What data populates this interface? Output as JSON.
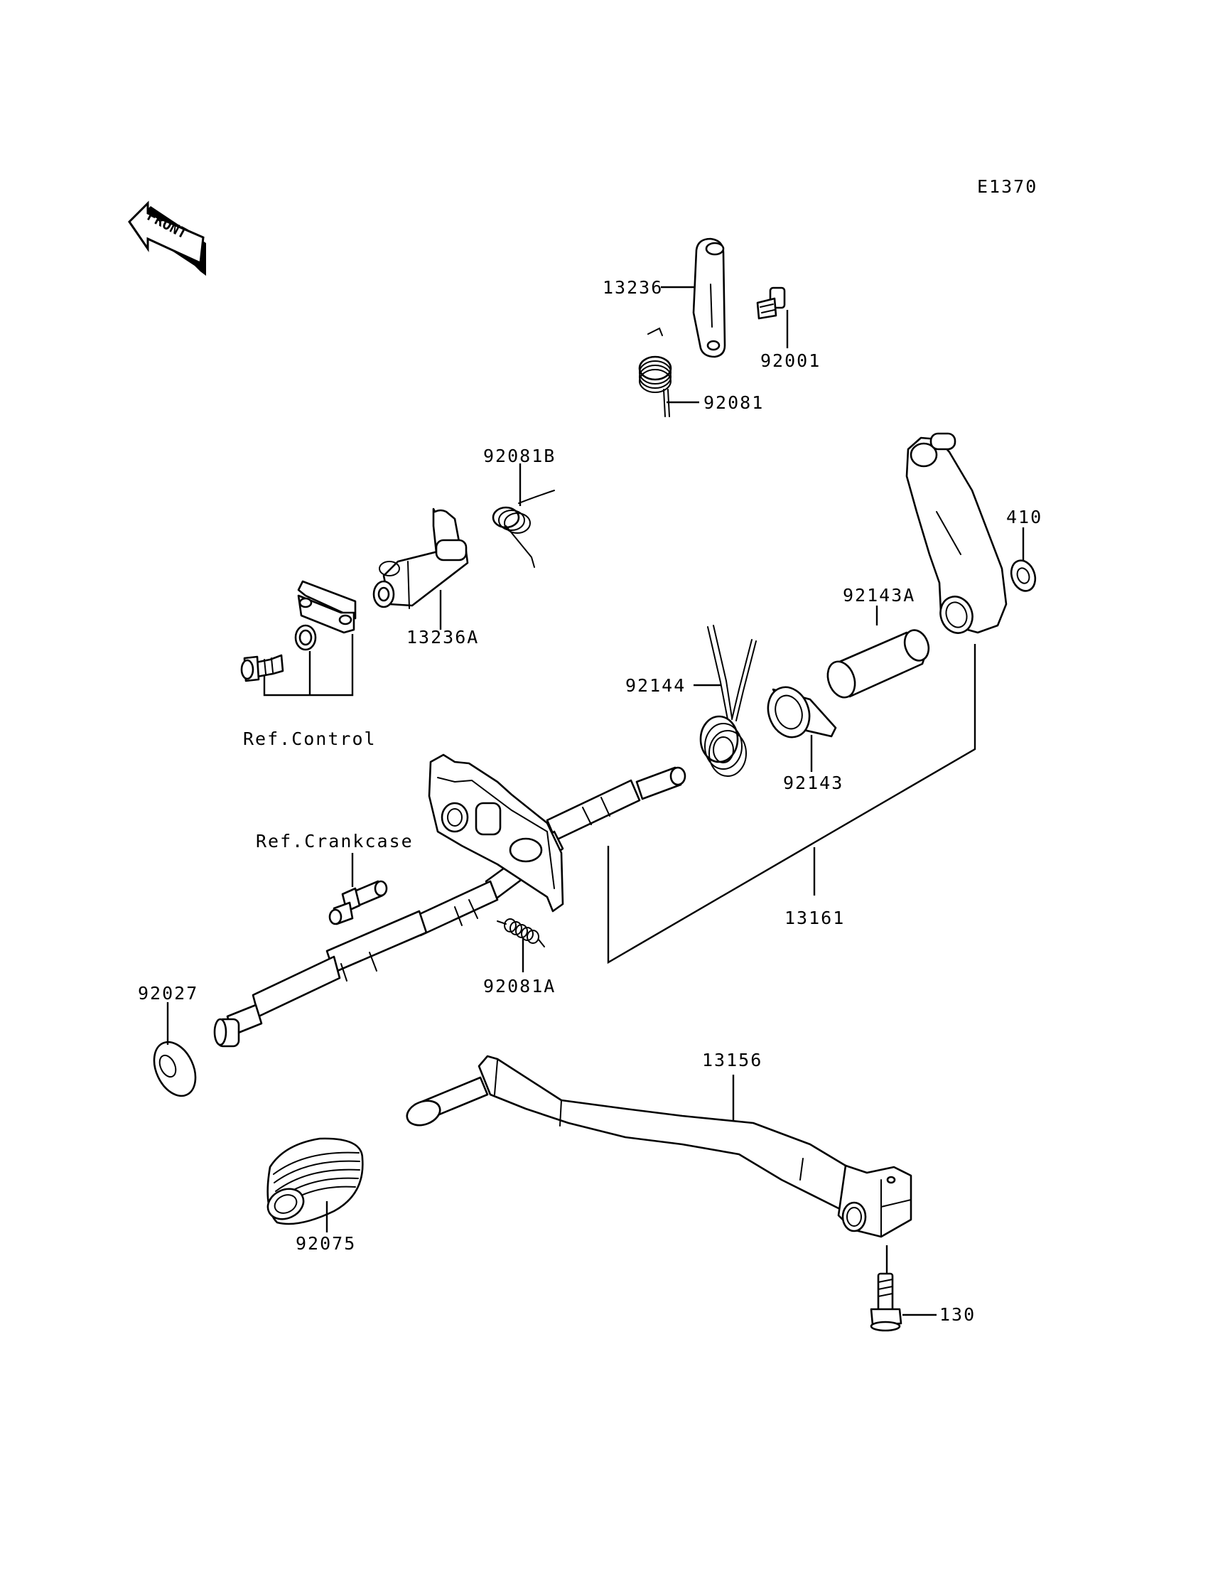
{
  "diagram_code": "E1370",
  "front_label": "FRONT",
  "labels": {
    "p13236": "13236",
    "p92001": "92001",
    "p92081": "92081",
    "p92081B": "92081B",
    "p410": "410",
    "p92143A": "92143A",
    "p13236A": "13236A",
    "p92144": "92144",
    "ref_control": "Ref.Control",
    "p92143": "92143",
    "ref_crankcase": "Ref.Crankcase",
    "p13161": "13161",
    "p92081A": "92081A",
    "p92027": "92027",
    "p13156": "13156",
    "p92075": "92075",
    "p130": "130"
  }
}
